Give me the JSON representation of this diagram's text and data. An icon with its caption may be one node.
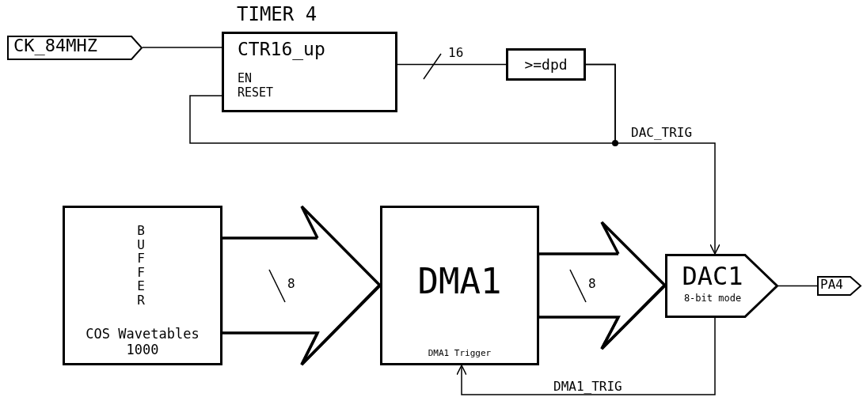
{
  "diagram": {
    "nodes": [
      {
        "text": [
          "CK_84MHZ"
        ]
      },
      {
        "text": [
          "TIMER 4",
          "CTR16_up",
          "EN",
          "RESET"
        ]
      },
      {
        "text": [
          ">=dpd"
        ]
      },
      {
        "text": [
          "BUFFER",
          "COS Wavetables 1000"
        ]
      },
      {
        "text": [
          "DMA1",
          "DMA1 Trigger"
        ]
      },
      {
        "text": [
          "DAC1",
          "8-bit mode"
        ]
      },
      {
        "text": [
          "PA4"
        ]
      }
    ],
    "edges": [
      {
        "from": 0,
        "to": 1,
        "arrow": "none"
      },
      {
        "from": 1,
        "to": 2,
        "arrow": "none",
        "label": "16"
      },
      {
        "from": 2,
        "to": 5,
        "arrow": "to",
        "label": "DAC_TRIG"
      },
      {
        "from": 2,
        "to": 1,
        "arrow": "none"
      },
      {
        "from": 3,
        "to": 4,
        "arrow": "to",
        "label": "8",
        "style": "thick"
      },
      {
        "from": 4,
        "to": 5,
        "arrow": "to",
        "label": "8",
        "style": "thick"
      },
      {
        "from": 5,
        "to": 4,
        "arrow": "to",
        "label": "DMA1_TRIG"
      },
      {
        "from": 5,
        "to": 6,
        "arrow": "none"
      }
    ]
  }
}
